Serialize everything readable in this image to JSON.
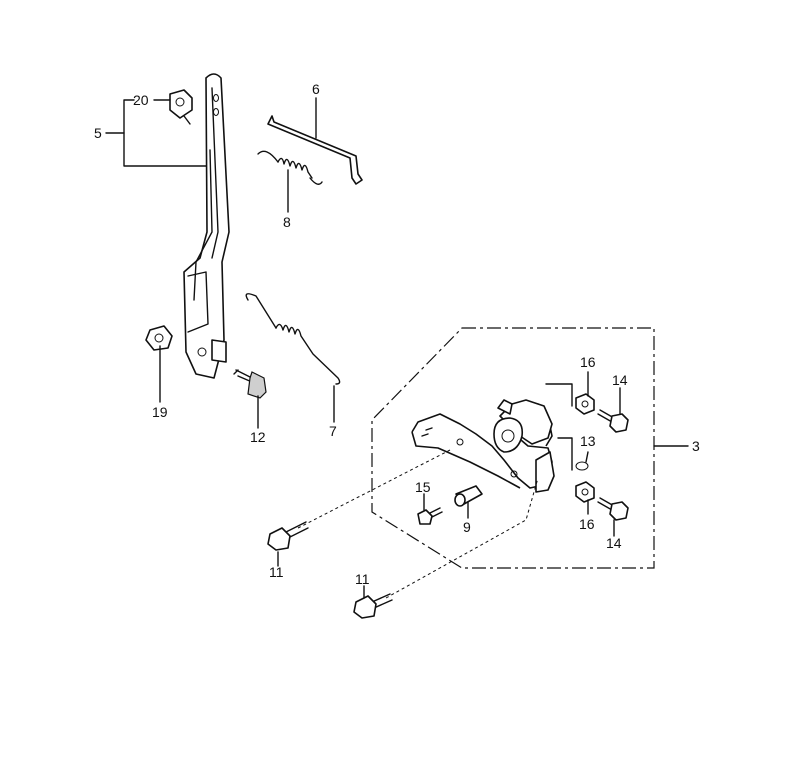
{
  "callouts": [
    {
      "id": "c20",
      "label": "20"
    },
    {
      "id": "c5",
      "label": "5"
    },
    {
      "id": "c6",
      "label": "6"
    },
    {
      "id": "c8",
      "label": "8"
    },
    {
      "id": "c19",
      "label": "19"
    },
    {
      "id": "c12",
      "label": "12"
    },
    {
      "id": "c7",
      "label": "7"
    },
    {
      "id": "c16a",
      "label": "16"
    },
    {
      "id": "c14a",
      "label": "14"
    },
    {
      "id": "c13",
      "label": "13"
    },
    {
      "id": "c3",
      "label": "3"
    },
    {
      "id": "c15",
      "label": "15"
    },
    {
      "id": "c9",
      "label": "9"
    },
    {
      "id": "c16b",
      "label": "16"
    },
    {
      "id": "c14b",
      "label": "14"
    },
    {
      "id": "c11a",
      "label": "11"
    },
    {
      "id": "c11b",
      "label": "11"
    }
  ],
  "colors": {
    "line": "#111111",
    "background": "#ffffff",
    "shade": "#cfcfcf"
  }
}
